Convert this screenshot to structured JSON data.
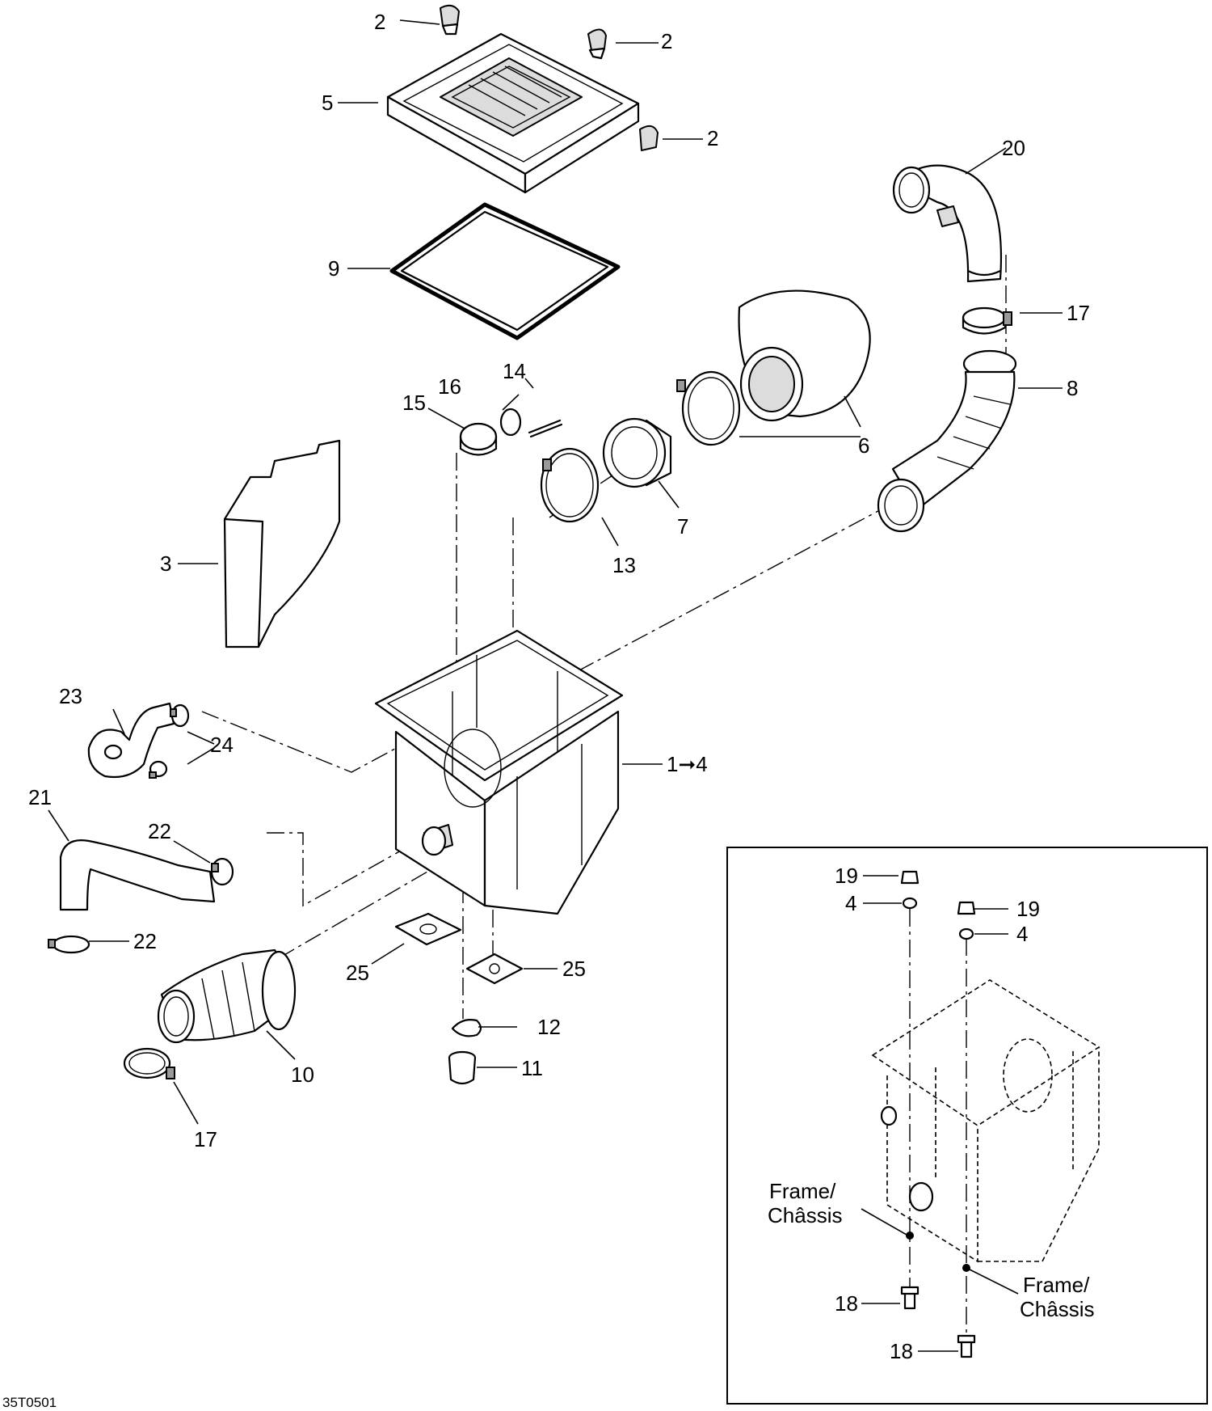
{
  "diagram_code": "35T0501",
  "callouts": {
    "c1": "2",
    "c2": "2",
    "c3": "2",
    "c5": "5",
    "c9": "9",
    "c20": "20",
    "c17a": "17",
    "c8": "8",
    "c14": "14",
    "c16": "16",
    "c15": "15",
    "c6": "6",
    "c7": "7",
    "c13": "13",
    "c3b": "3",
    "c1to4": "1➞4",
    "c23": "23",
    "c24": "24",
    "c21": "21",
    "c22a": "22",
    "c22b": "22",
    "c25a": "25",
    "c25b": "25",
    "c12": "12",
    "c11": "11",
    "c10": "10",
    "c17b": "17"
  },
  "inset": {
    "c19a": "19",
    "c4a": "4",
    "c19b": "19",
    "c4b": "4",
    "c18a": "18",
    "c18b": "18",
    "frame_a_1": "Frame/",
    "frame_a_2": "Châssis",
    "frame_b_1": "Frame/",
    "frame_b_2": "Châssis"
  }
}
